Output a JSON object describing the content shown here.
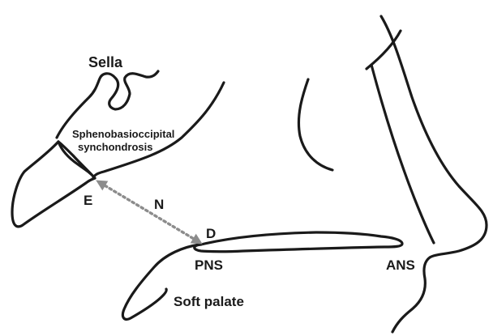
{
  "labels": {
    "sella": "Sella",
    "spheno_line1": "Sphenobasioccipital",
    "spheno_line2": "synchondrosis",
    "point_e": "E",
    "point_n": "N",
    "point_d": "D",
    "pns": "PNS",
    "ans": "ANS",
    "soft_palate": "Soft palate"
  },
  "colors": {
    "outline": "#1a1a1a",
    "measurement_line": "#8c8c8c"
  }
}
